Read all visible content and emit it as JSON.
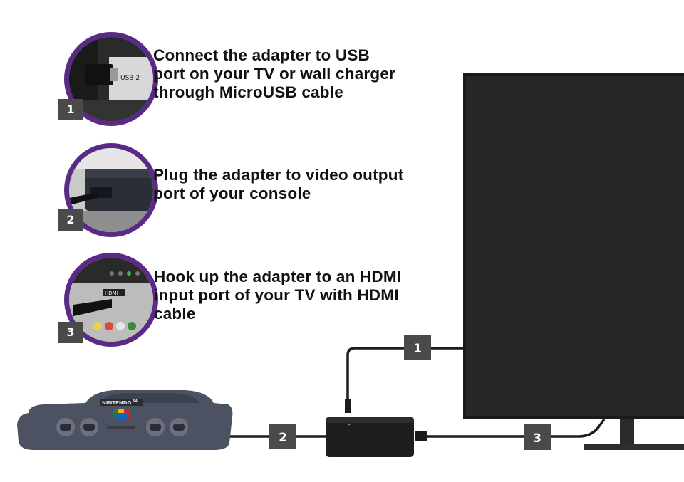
{
  "steps": [
    {
      "number": "1",
      "lines": [
        "Connect the adapter to USB",
        "port on your TV or wall charger",
        "through MicroUSB cable"
      ],
      "photo_label": "USB 2"
    },
    {
      "number": "2",
      "lines": [
        "Plug the adapter to video output",
        "port of your console"
      ]
    },
    {
      "number": "3",
      "lines": [
        "Hook up the adapter to an HDMI",
        "input port of your TV with HDMI",
        "cable"
      ],
      "photo_label": "HDMI"
    }
  ],
  "diagram": {
    "cable_labels": [
      "1",
      "2",
      "3"
    ],
    "console_brand": "NINTENDO",
    "console_brand_suffix": "64"
  },
  "colors": {
    "accent_ring": "#5b2a86",
    "badge": "#4a4a4a",
    "tv_screen": "#232323",
    "console": "#4d5262"
  }
}
